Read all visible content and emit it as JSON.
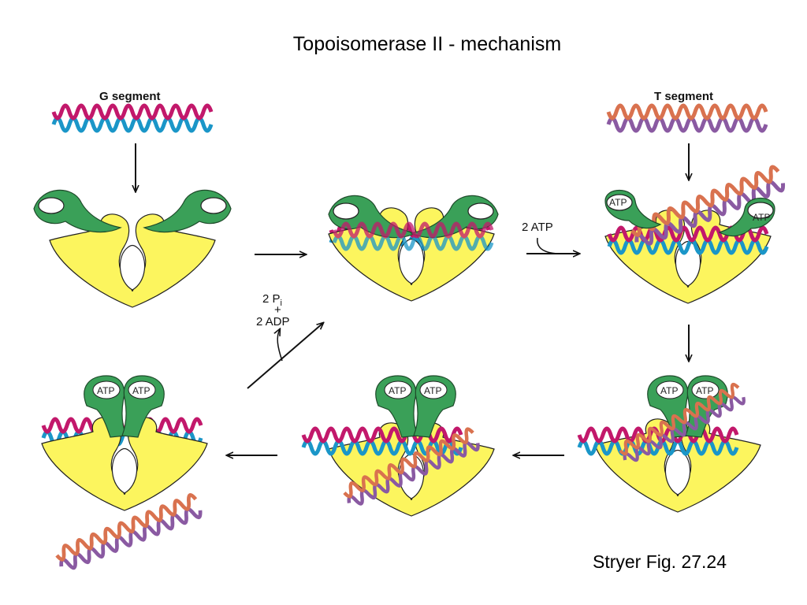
{
  "title": "Topoisomerase II - mechanism",
  "caption": "Stryer Fig. 27.24",
  "labels": {
    "g_segment": "G segment",
    "t_segment": "T segment",
    "atp": "ATP",
    "two_atp": "2 ATP",
    "two_pi": "2 P",
    "pi_subscript": "i",
    "plus": "+",
    "two_adp": "2 ADP"
  },
  "colors": {
    "g_dna_strand_1": "#c2186b",
    "g_dna_strand_2": "#1a96c8",
    "t_dna_strand_1": "#d9724f",
    "t_dna_strand_2": "#8a5aa2",
    "enzyme_body": "#fcf55e",
    "atpase_domain": "#3aa058"
  }
}
